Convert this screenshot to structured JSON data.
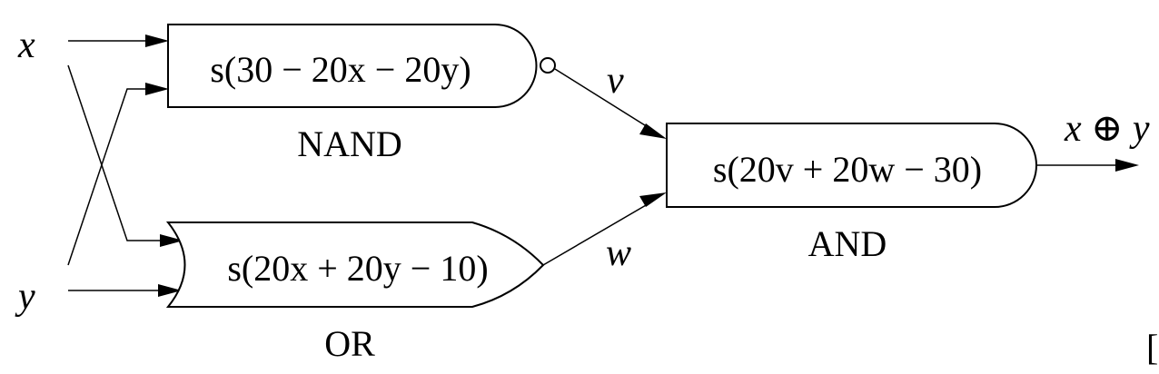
{
  "inputs": {
    "x": "x",
    "y": "y"
  },
  "gates": {
    "nand": {
      "expr": "s(30 − 20x − 20y)",
      "name": "NAND"
    },
    "or": {
      "expr": "s(20x + 20y − 10)",
      "name": "OR"
    },
    "and": {
      "expr": "s(20v + 20w − 30)",
      "name": "AND"
    }
  },
  "wires": {
    "v": "v",
    "w": "w"
  },
  "output": {
    "label": "x ⊕ y"
  },
  "edge_fragment": "["
}
